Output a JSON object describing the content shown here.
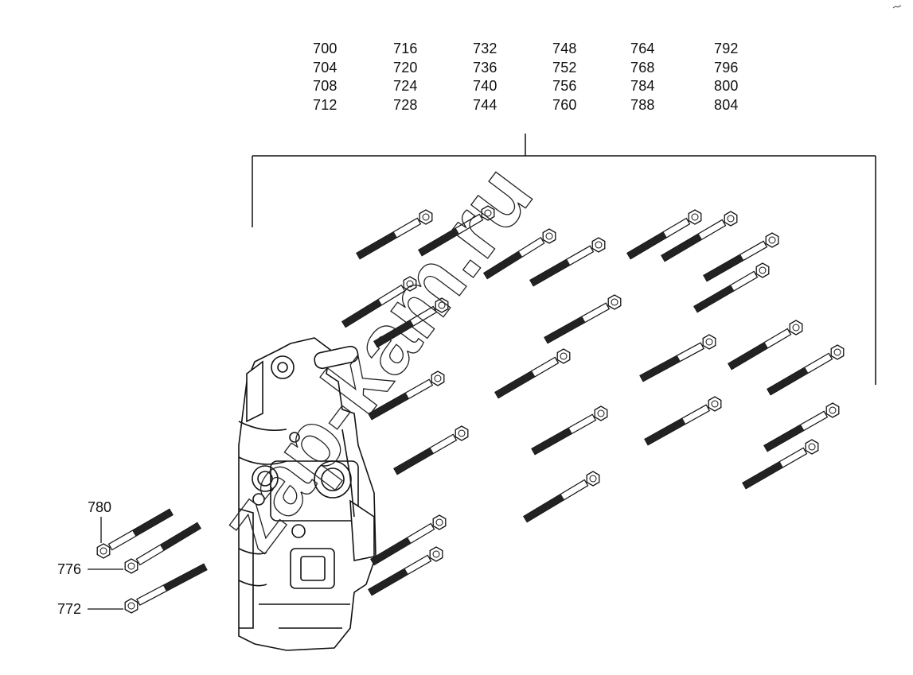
{
  "part_numbers_grid": {
    "columns": [
      [
        "700",
        "704",
        "708",
        "712"
      ],
      [
        "716",
        "720",
        "724",
        "728"
      ],
      [
        "732",
        "736",
        "740",
        "744"
      ],
      [
        "748",
        "752",
        "756",
        "760"
      ],
      [
        "764",
        "768",
        "784",
        "788"
      ],
      [
        "792",
        "796",
        "800",
        "804"
      ]
    ]
  },
  "callouts": {
    "c780": "780",
    "c776": "776",
    "c772": "772"
  },
  "watermark": "zap-kam.ru",
  "colors": {
    "ink": "#111111",
    "background": "#ffffff"
  }
}
